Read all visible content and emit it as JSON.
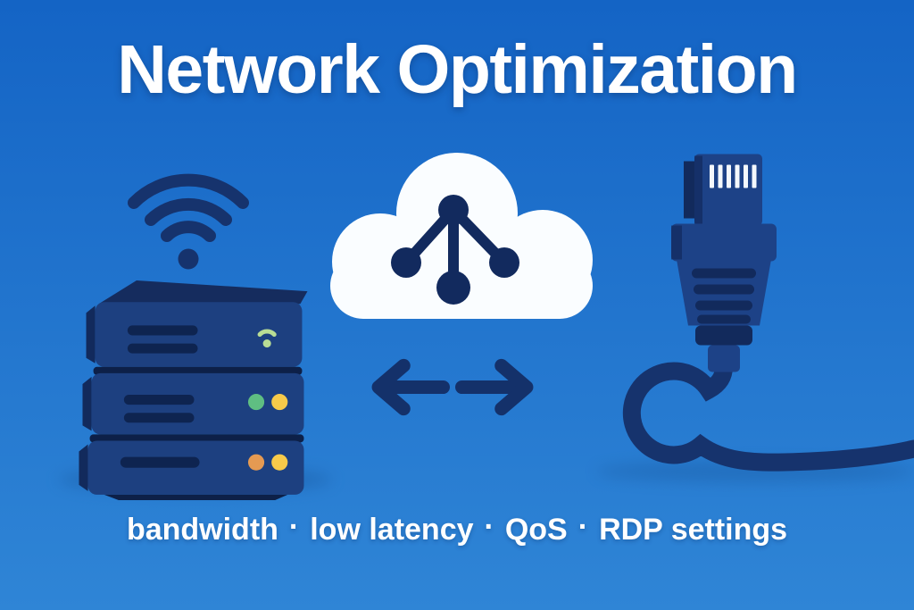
{
  "title": "Network Optimization",
  "tagline": {
    "keywords": [
      "bandwidth",
      "low latency",
      "QoS",
      "RDP settings"
    ],
    "separator": "·",
    "display": "bandwidth · low latency · QoS · RDP settings"
  },
  "icons": [
    {
      "name": "wifi-icon",
      "meaning": "wireless signal with three arcs and dot"
    },
    {
      "name": "server-stack-icon",
      "meaning": "stack of three rack servers with status LEDs"
    },
    {
      "name": "cloud-network-icon",
      "meaning": "white cloud containing hub-and-spoke network nodes"
    },
    {
      "name": "bidirectional-arrows-icon",
      "meaning": "left and right arrows showing two-way traffic"
    },
    {
      "name": "ethernet-cable-icon",
      "meaning": "RJ45 ethernet plug with looped cable"
    }
  ],
  "server_leds": {
    "top_unit": [
      "mini-wifi-green"
    ],
    "middle_unit": [
      "green",
      "yellow"
    ],
    "bottom_unit": [
      "orange",
      "yellow"
    ]
  },
  "colors": {
    "background_top": "#1464c5",
    "background_bottom": "#2f85d6",
    "title_white": "#ffffff",
    "icon_navy": "#16336d",
    "icon_navy_dark": "#122a5e",
    "arrow_navy": "#14316a",
    "cloud_white": "#fafdff",
    "server_front": "#1d4080",
    "server_side": "#122a5c",
    "server_top": "#152c5e",
    "server_slot": "#0e2450",
    "server_gap": "#0d2048",
    "led_green": "#5fbe82",
    "led_yellow": "#f7ca4a",
    "led_orange": "#e59a52",
    "mini_wifi_green": "#b9dd95",
    "connector_blue": "#1d4287",
    "connector_dark": "#122a5c",
    "cable_navy": "#16336d",
    "pin_white": "#f4f8fc",
    "shadow_blue": "#1b5fa8"
  }
}
